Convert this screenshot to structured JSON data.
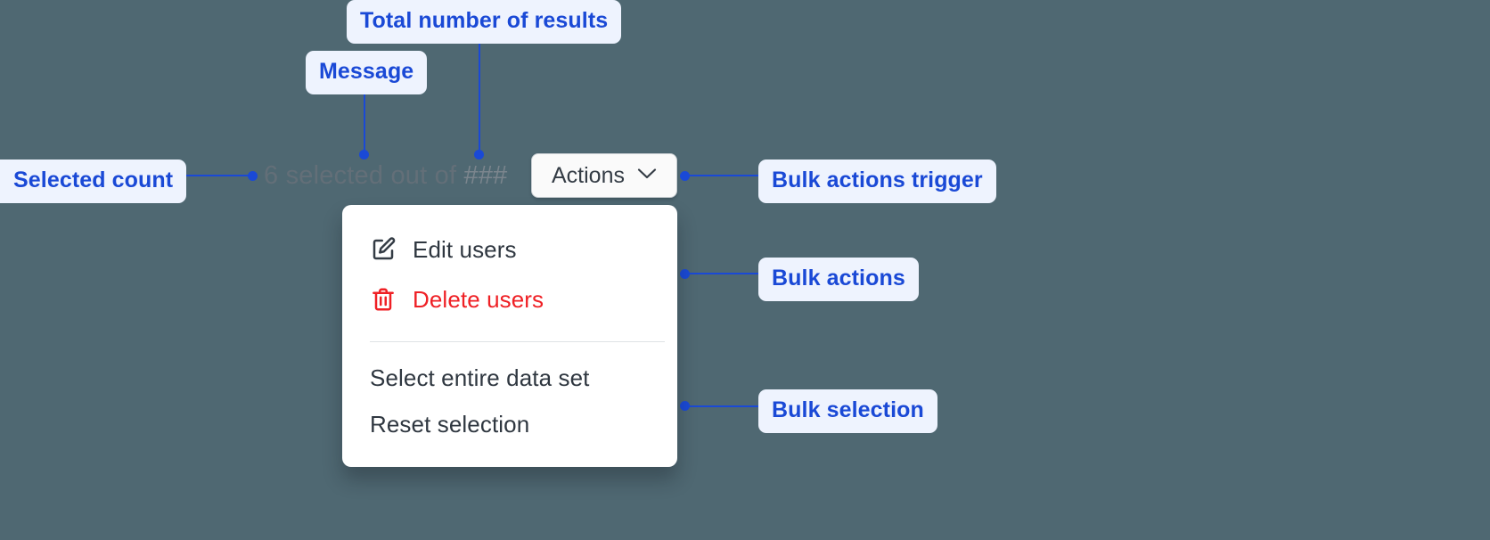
{
  "theme": {
    "background": "#4f6872",
    "annotation_bg": "#eef3fe",
    "annotation_text": "#1a49d6",
    "connector": "#1a49d6",
    "menu_bg": "#ffffff",
    "menu_text": "#2f3740",
    "danger": "#ef2025",
    "message_text": "#636f78",
    "button_bg": "#fafafa",
    "button_border": "#c7cdd1"
  },
  "selection_bar": {
    "selected_count": "6",
    "message_prefix": "6 selected out of ",
    "total_results": "###",
    "full_message": "6 selected out of ###"
  },
  "actions_button": {
    "label": "Actions",
    "icon": "chevron-down-icon"
  },
  "menu": {
    "groups": [
      {
        "name": "bulk-actions",
        "items": [
          {
            "label": "Edit users",
            "icon": "pencil-square-icon",
            "tone": "default"
          },
          {
            "label": "Delete users",
            "icon": "trash-icon",
            "tone": "danger"
          }
        ]
      },
      {
        "name": "bulk-selection",
        "items": [
          {
            "label": "Select entire data set",
            "icon": "",
            "tone": "default"
          },
          {
            "label": "Reset selection",
            "icon": "",
            "tone": "default"
          }
        ]
      }
    ]
  },
  "annotations": [
    {
      "id": "total-number-of-results",
      "label": "Total number of results"
    },
    {
      "id": "message",
      "label": "Message"
    },
    {
      "id": "selected-count",
      "label": "Selected count"
    },
    {
      "id": "bulk-actions-trigger",
      "label": "Bulk actions trigger"
    },
    {
      "id": "bulk-actions",
      "label": "Bulk actions"
    },
    {
      "id": "bulk-selection",
      "label": "Bulk selection"
    }
  ]
}
